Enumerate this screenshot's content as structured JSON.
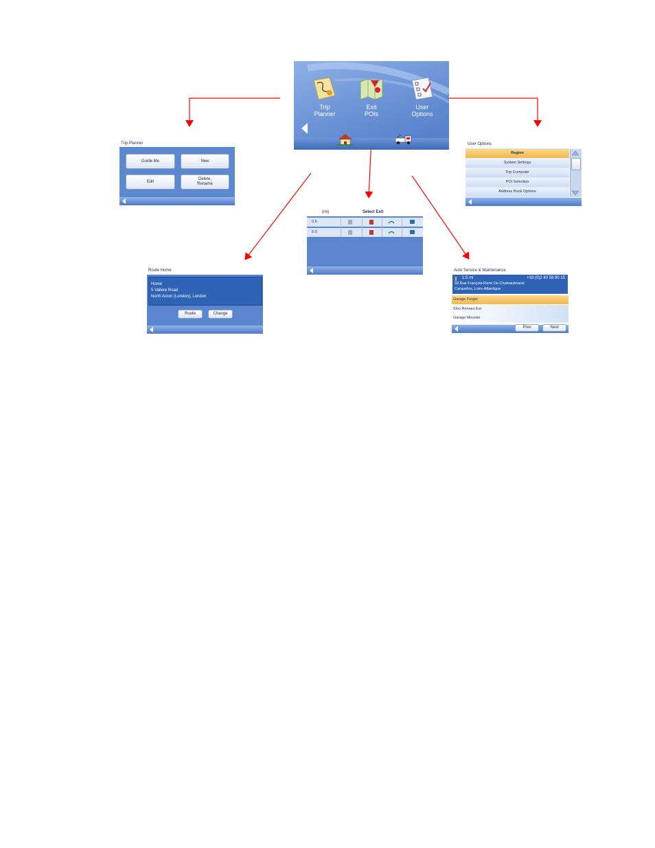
{
  "main_menu": {
    "items": [
      {
        "label_line1": "Trip",
        "label_line2": "Planner",
        "icon": "trip-planner-icon"
      },
      {
        "label_line1": "Exit",
        "label_line2": "POIs",
        "icon": "exit-pois-icon"
      },
      {
        "label_line1": "User",
        "label_line2": "Options",
        "icon": "user-options-icon"
      }
    ],
    "bottom_icons": [
      "home-icon",
      "tow-truck-icon"
    ]
  },
  "trip_planner": {
    "title": "Trip Planner",
    "buttons": {
      "guide_me": "Guide Me",
      "new": "New",
      "edit": "Edit",
      "delete_line1": "Delete,",
      "delete_line2": "Rename"
    }
  },
  "user_options": {
    "title": "User Options",
    "items": [
      "Region",
      "System Settings",
      "Trip Computer",
      "POI Selection",
      "Address Book Options"
    ]
  },
  "select_exit": {
    "unit_header": "(mi)",
    "title": "Select Exit",
    "rows": [
      {
        "distance": "0.5"
      },
      {
        "distance": "5.0"
      }
    ],
    "column_icons": [
      "food-icon",
      "gas-icon",
      "lodging-icon",
      "services-icon"
    ]
  },
  "route_home": {
    "title": "Route Home",
    "address_lines": [
      "Home",
      "5 Vallere Road",
      "North Acton (London), London"
    ],
    "route_button": "Route",
    "change_button": "Change"
  },
  "auto_service": {
    "title": "Auto Service & Maintenance",
    "selected": {
      "distance": "1.5 mi",
      "phone": "+33 (0)2 40 58 80 15",
      "street": "93 Rue François-René De Chateaubriand",
      "city": "Carquefou, Loire-Atlantique"
    },
    "items": [
      "Garage Forget",
      "Sloo Ronnes Est",
      "Garage Meunier"
    ],
    "prev_button": "Prev",
    "next_button": "Next"
  },
  "colors": {
    "arrow": "#ff0000",
    "panel_blue": "#5b86cf",
    "highlight": "#f7c46a"
  }
}
